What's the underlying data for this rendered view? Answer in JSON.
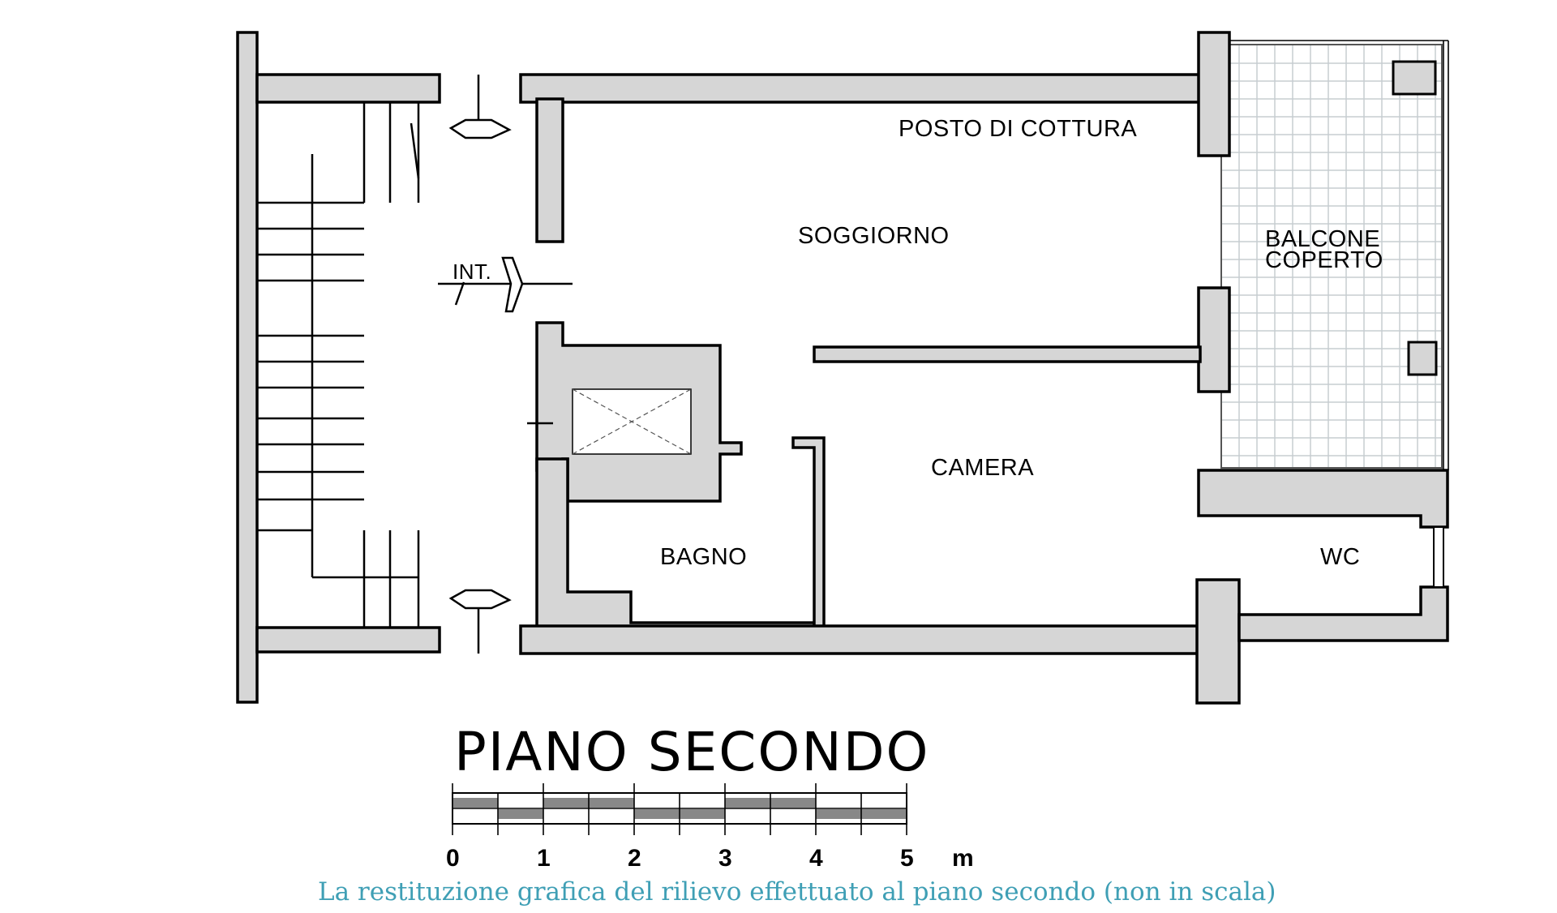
{
  "rooms": {
    "posto_di_cottura": "POSTO DI COTTURA",
    "soggiorno": "SOGGIORNO",
    "balcone_line1": "BALCONE",
    "balcone_line2": "COPERTO",
    "camera": "CAMERA",
    "bagno": "BAGNO",
    "wc": "WC",
    "ingresso": "INT."
  },
  "title": "PIANO SECONDO",
  "scale": {
    "ticks": [
      "0",
      "1",
      "2",
      "3",
      "4",
      "5"
    ],
    "unit": "m"
  },
  "caption": "La restituzione grafica del rilievo effettuato al piano secondo (non in scala)",
  "colors": {
    "wall_fill": "#d6d6d6",
    "caption": "#3f9fb5",
    "tile_grid": "#c7cdd1"
  }
}
